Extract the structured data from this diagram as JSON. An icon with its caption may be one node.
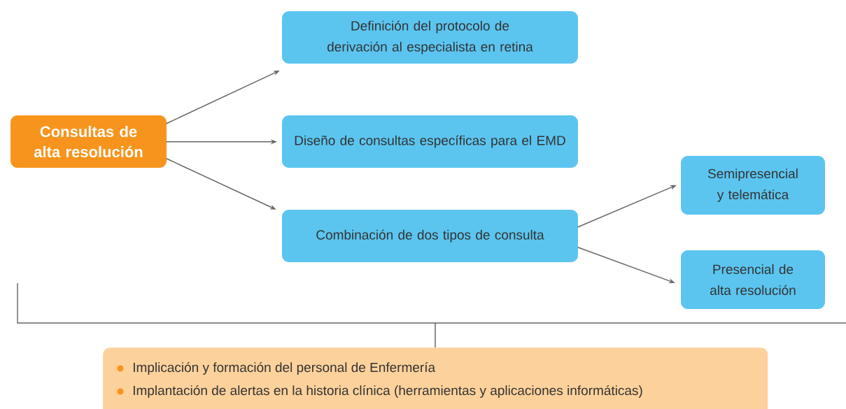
{
  "diagram": {
    "nodes": [
      {
        "text": [
          "Consultas de alta resolución"
        ]
      },
      {
        "text": [
          "Definición del protocolo de derivación al especialista en retina"
        ]
      },
      {
        "text": [
          "Diseño de consultas específicas para el EMD"
        ]
      },
      {
        "text": [
          "Combinación de dos tipos de consulta"
        ]
      },
      {
        "text": [
          "Semipresencial y telemática"
        ]
      },
      {
        "text": [
          "Presencial de alta resolución"
        ]
      },
      {
        "text": [
          "Implicación y formación del personal de Enfermería",
          "Implantación de alertas en la historia clínica (herramientas y aplicaciones informáticas)"
        ]
      }
    ],
    "edges": [
      {
        "from": 0,
        "to": 1,
        "arrow": "to"
      },
      {
        "from": 0,
        "to": 2,
        "arrow": "to"
      },
      {
        "from": 0,
        "to": 3,
        "arrow": "to"
      },
      {
        "from": 3,
        "to": 4,
        "arrow": "to"
      },
      {
        "from": 3,
        "to": 5,
        "arrow": "to"
      }
    ]
  }
}
